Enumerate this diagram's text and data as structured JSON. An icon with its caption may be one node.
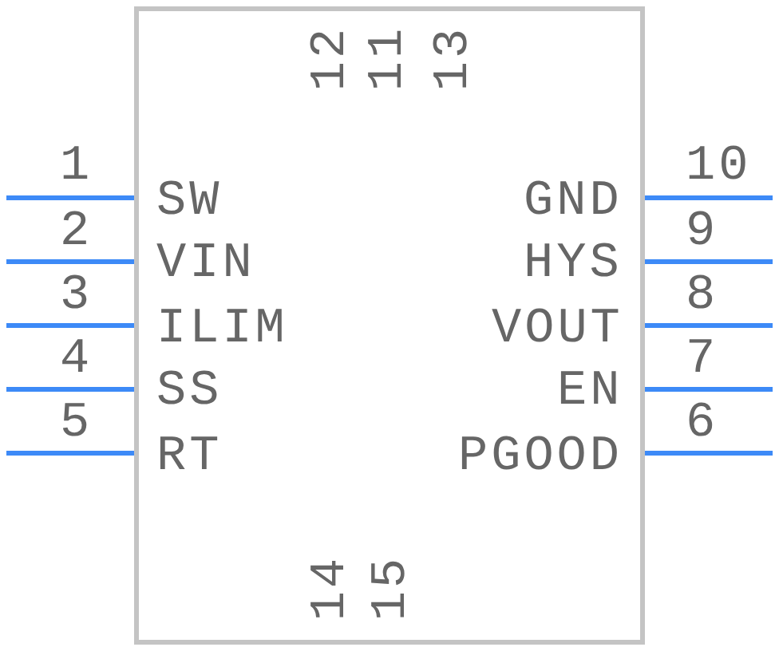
{
  "diagram": {
    "nodes": [
      {
        "text": [],
        "shape": "box"
      }
    ],
    "labels": [
      "12",
      "11",
      "13",
      "1",
      "10",
      "SW",
      "GND",
      "2",
      "9",
      "VIN",
      "HYS",
      "3",
      "8",
      "ILIM",
      "VOUT",
      "4",
      "7",
      "SS",
      "EN",
      "5",
      "6",
      "RT",
      "PGOOD",
      "14",
      "15"
    ]
  }
}
